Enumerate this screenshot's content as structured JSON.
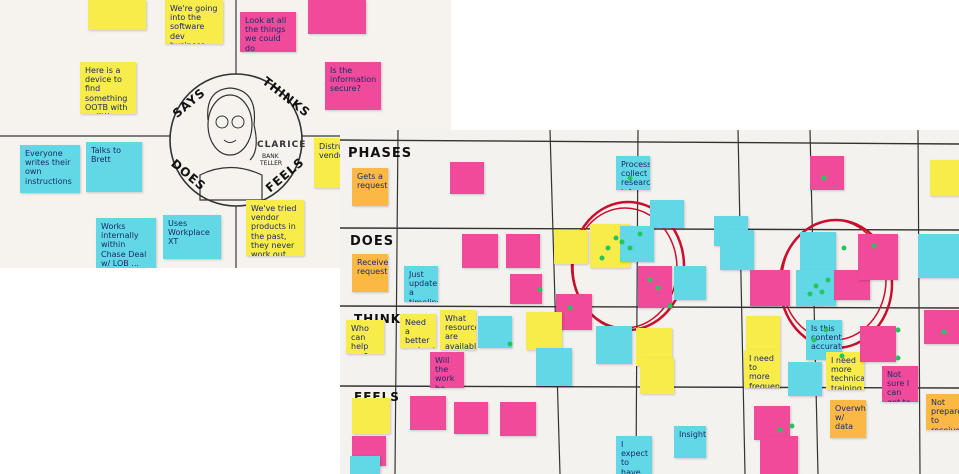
{
  "empathy_map": {
    "quadrants": {
      "says": "SAYS",
      "thinks": "THINKS",
      "does": "DOES",
      "feels": "FEELS"
    },
    "persona": {
      "name": "CLARICE",
      "role_line1": "BANK",
      "role_line2": "TELLER"
    },
    "notes": [
      "Everyone writes their own instructions",
      "Talks to Brett",
      "Here is a device to find something OOTB with as little customization as possible",
      "Is the information secure?",
      "Look at all the things we could do",
      "We're going into the software dev business",
      "Works internally within Chase Deal w/ LOB ... their own LOB",
      "Uses Workplace XT",
      "We've tried vendor products in the past, they never work out",
      "Distrust vendor"
    ]
  },
  "board": {
    "rows": {
      "phases": "PHASES",
      "does": "DOES",
      "thinks": "THINKS",
      "feels": "FEELS"
    },
    "notes": [
      "Gets a request",
      "Receive request",
      "Process/ collect research information",
      "Just update a timeline & help identify the bit",
      "Need a better understanding of process",
      "What resources are available?",
      "Who can help me?",
      "Will the work be reimbursed?",
      "I need to more frequently call on customers",
      "Is this content accurate?",
      "I need more technical training",
      "Not sure I can get to that",
      "Insight",
      "Overwhelm w/ data",
      "Not prepared to receive my work",
      "I expect to have someone aware of my work"
    ]
  }
}
